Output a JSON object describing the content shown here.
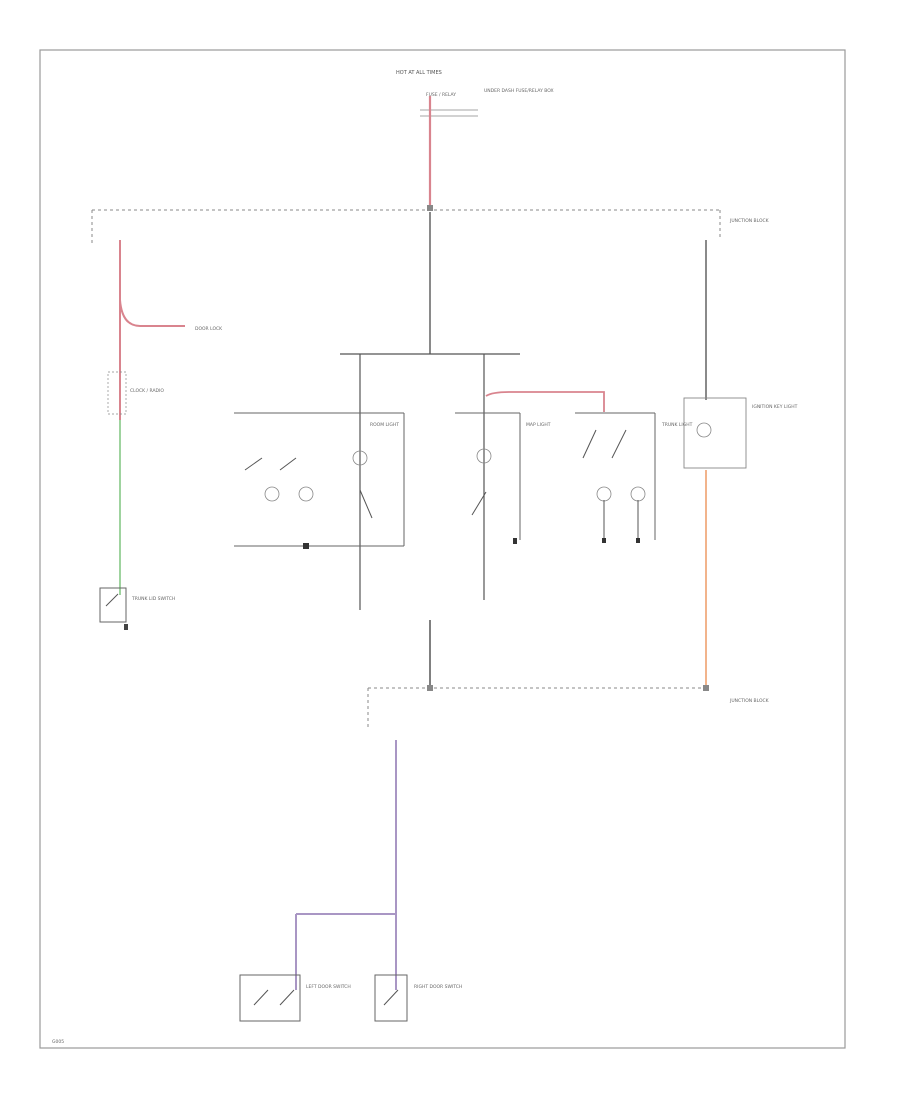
{
  "colors": {
    "frame": "#9a9a9a",
    "wire": "#555555",
    "wire_light": "#8a8a8a",
    "red": "#d9848e",
    "green": "#9fd39f",
    "orange": "#f2b48c",
    "violet": "#a996c4",
    "dashed": "#8a8a8a"
  },
  "labels": {
    "top_fuse": "HOT AT ALL TIMES",
    "top_fuse_sub": "FUSE / RELAY",
    "top_note": "UNDER DASH FUSE/RELAY BOX",
    "junction_top_right": "JUNCTION BLOCK",
    "junction_bottom_right": "JUNCTION BLOCK",
    "left_output": "DOOR LOCK",
    "left_device": "CLOCK / RADIO",
    "left_switch": "TRUNK LID SWITCH",
    "mid_left_light": "ROOM LIGHT",
    "mid_right_light": "MAP LIGHT",
    "far_right_light": "TRUNK LIGHT",
    "right_module": "IGNITION KEY LIGHT",
    "switch_door_left": "LEFT DOOR SWITCH",
    "switch_door_right": "RIGHT DOOR SWITCH",
    "corner_mark": "G005"
  }
}
